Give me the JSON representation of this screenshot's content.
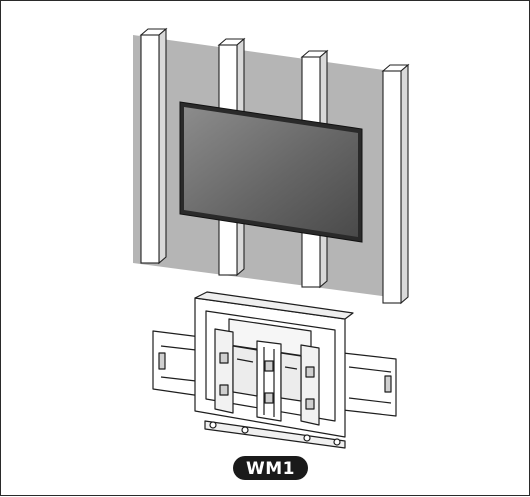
{
  "model_badge": {
    "label": "WM1"
  },
  "colors": {
    "wall": "#b5b5b5",
    "stud_front": "#ffffff",
    "stud_side": "#d9d9d9",
    "outline": "#222222",
    "tv_screen_dark": "#4a4a4a",
    "tv_screen_light": "#8c8c8c",
    "badge_bg": "#1a1a1a"
  },
  "icons": [
    "wall-with-studs-illustration",
    "tv-illustration",
    "wall-mount-bracket-illustration"
  ]
}
